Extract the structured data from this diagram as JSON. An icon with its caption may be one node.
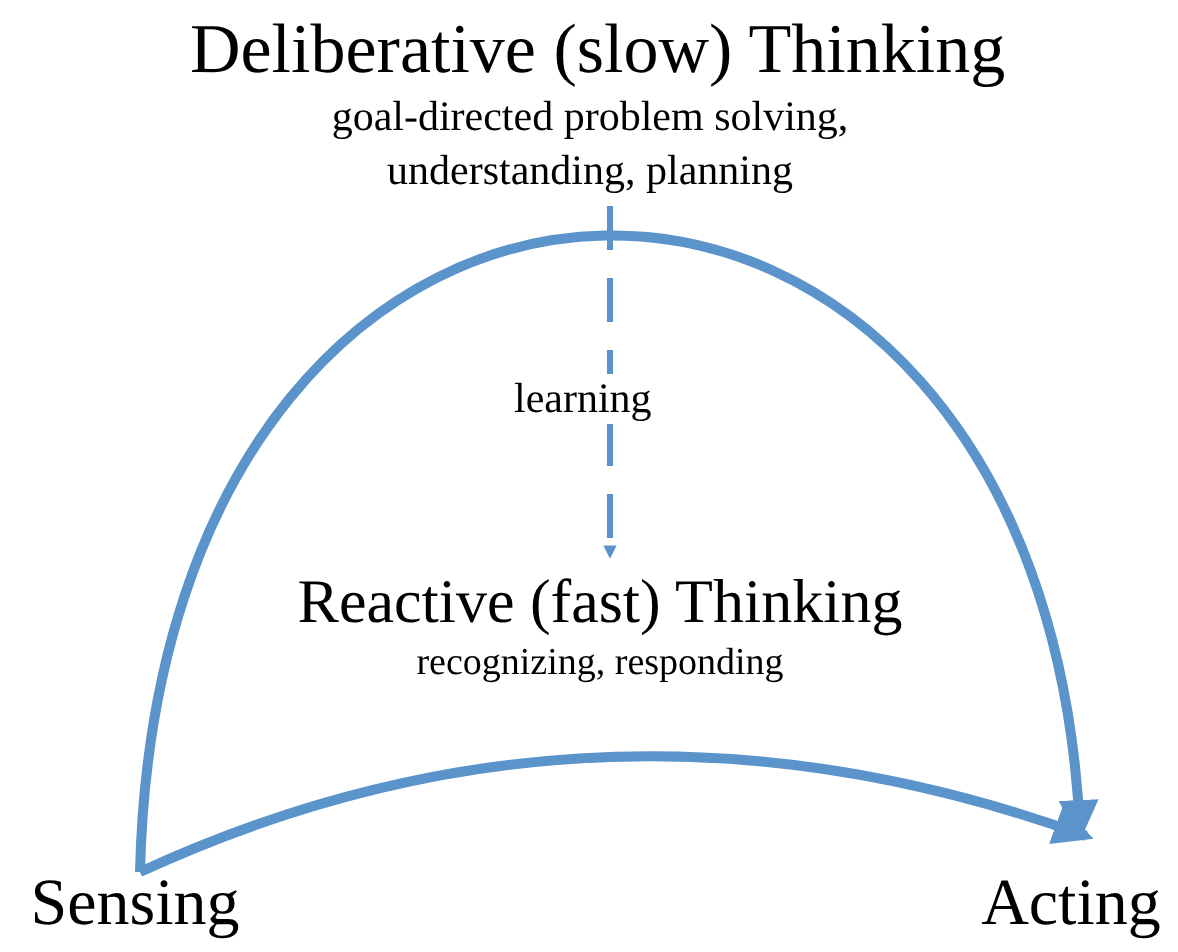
{
  "diagram": {
    "nodes": [
      {
        "text": [
          "Deliberative (slow) Thinking",
          "goal-directed problem solving, understanding, planning"
        ]
      },
      {
        "text": [
          "Reactive (fast) Thinking",
          "recognizing, responding"
        ]
      },
      {
        "text": [
          "Sensing"
        ]
      },
      {
        "text": [
          "Acting"
        ]
      }
    ],
    "edges": [
      {
        "from": 2,
        "to": 3,
        "arrow": "to"
      },
      {
        "from": 2,
        "to": 3,
        "arrow": "to"
      },
      {
        "from": 0,
        "to": 1,
        "arrow": "to",
        "label": "learning",
        "style": "dashed"
      }
    ]
  }
}
